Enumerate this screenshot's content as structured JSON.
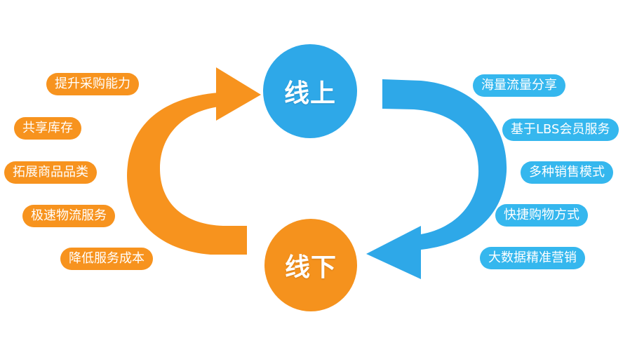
{
  "diagram": {
    "nodes": {
      "online": {
        "label": "线上",
        "color": "#2ea8e8"
      },
      "offline": {
        "label": "线下",
        "color": "#f5921d"
      }
    },
    "left_items": [
      {
        "label": "提升采购能力"
      },
      {
        "label": "共享库存"
      },
      {
        "label": "拓展商品品类"
      },
      {
        "label": "极速物流服务"
      },
      {
        "label": "降低服务成本"
      }
    ],
    "right_items": [
      {
        "label": "海量流量分享"
      },
      {
        "label": "基于LBS会员服务"
      },
      {
        "label": "多种销售模式"
      },
      {
        "label": "快捷购物方式"
      },
      {
        "label": "大数据精准营销"
      }
    ],
    "colors": {
      "orange": "#f7931e",
      "blue": "#35b7ee"
    }
  }
}
